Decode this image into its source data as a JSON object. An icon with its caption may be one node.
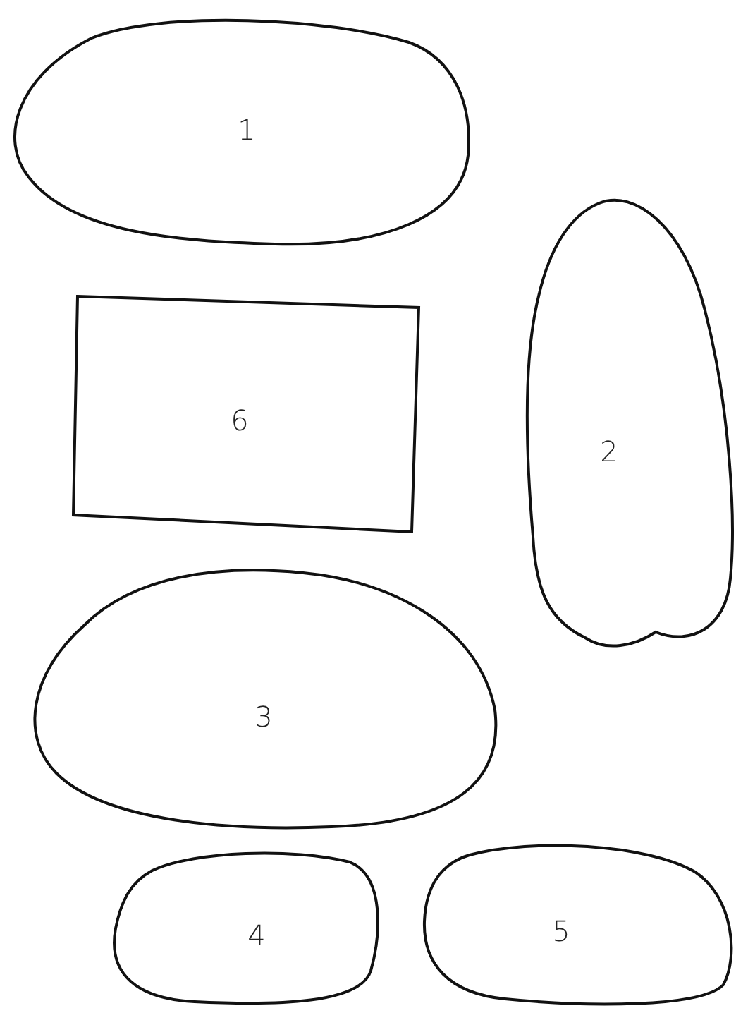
{
  "diagram": {
    "nodes": [
      {
        "text": [
          "1"
        ]
      },
      {
        "text": [
          "2"
        ]
      },
      {
        "text": [
          "6"
        ]
      },
      {
        "text": [
          "3"
        ]
      },
      {
        "text": [
          "4"
        ]
      },
      {
        "text": [
          "5"
        ]
      }
    ]
  }
}
